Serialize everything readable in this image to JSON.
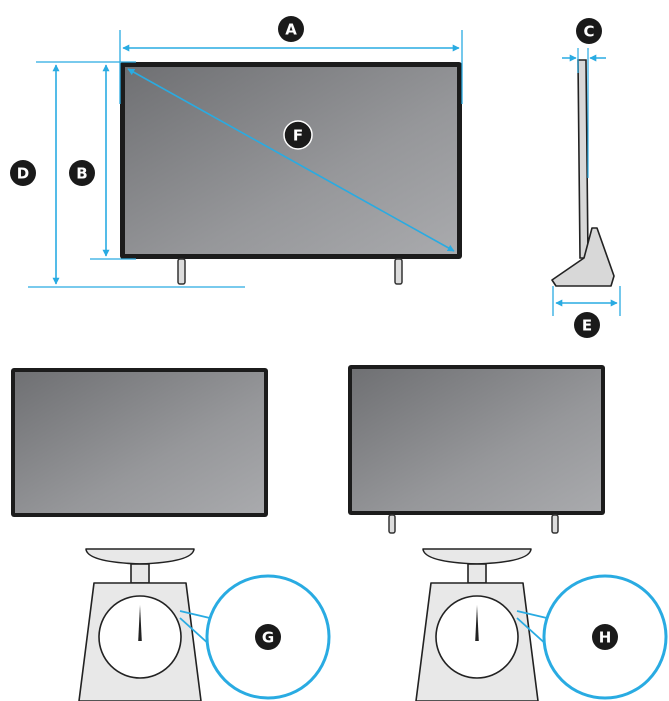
{
  "labels": {
    "width": "A",
    "screen_height": "B",
    "depth": "C",
    "total_height": "D",
    "stand_depth": "E",
    "diagonal": "F",
    "weight_without_stand": "G",
    "weight_with_stand": "H"
  },
  "colors": {
    "dimension_line": "#29abe2",
    "screen_dark": "#6f7073",
    "screen_light": "#a5a6a9",
    "bezel": "#1c1c1c",
    "scale_fill": "#e8e8e8",
    "badge": "#1a1a1a"
  },
  "icons": {
    "arrow_head": "arrow-head-icon",
    "scale": "weighing-scale-icon",
    "tv": "television-icon"
  }
}
